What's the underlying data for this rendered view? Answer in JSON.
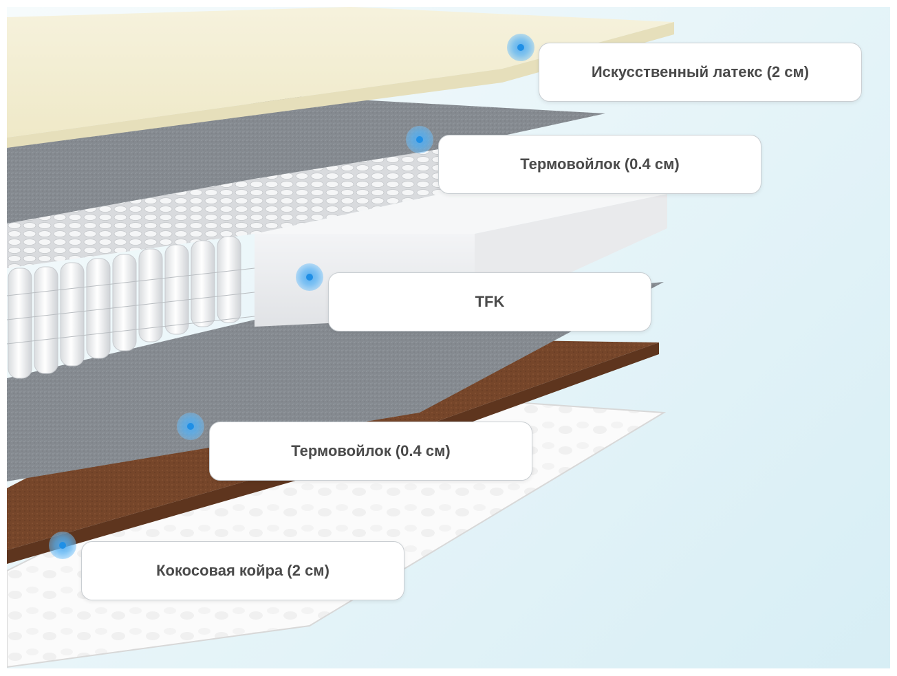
{
  "layers": [
    {
      "id": "latex",
      "label": "Искусственный латекс (2 см)",
      "color": "#f7f3dc"
    },
    {
      "id": "felt-top",
      "label": "Термовойлок (0.4 см)",
      "color": "#8a8f95"
    },
    {
      "id": "tfk",
      "label": "TFK",
      "color": "#eeeff1"
    },
    {
      "id": "felt-bottom",
      "label": "Термовойлок (0.4 см)",
      "color": "#8a8f95"
    },
    {
      "id": "coir",
      "label": "Кокосовая койра (2 см)",
      "color": "#7a4a2c"
    }
  ],
  "colors": {
    "marker": "#1f8fe6",
    "callout_text": "#4a4a4a",
    "callout_border": "#c9ced2"
  }
}
